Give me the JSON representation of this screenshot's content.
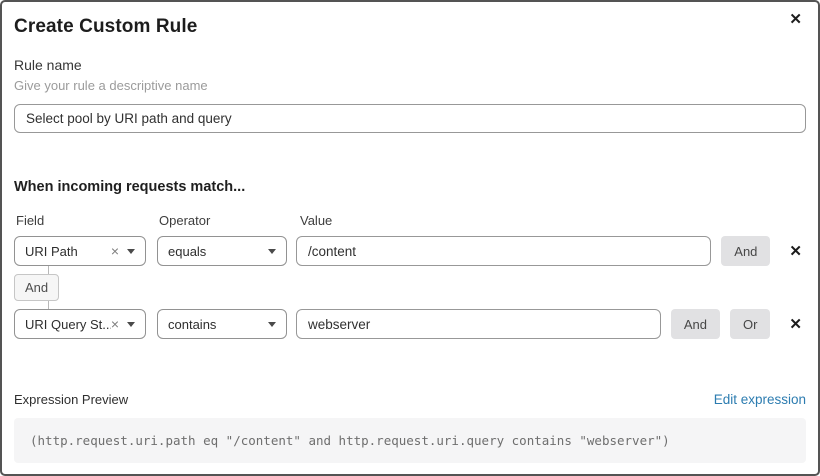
{
  "dialog": {
    "title": "Create Custom Rule",
    "close_icon": "close-x"
  },
  "rule_name": {
    "label": "Rule name",
    "helper": "Give your rule a descriptive name",
    "value": "Select pool by URI path and query"
  },
  "match": {
    "heading": "When incoming requests match...",
    "columns": {
      "field": "Field",
      "operator": "Operator",
      "value": "Value"
    },
    "connector_label": "And",
    "rows": [
      {
        "field": "URI Path",
        "operator": "equals",
        "value": "/content",
        "and_label": "And"
      },
      {
        "field": "URI Query St...",
        "operator": "contains",
        "value": "webserver",
        "and_label": "And",
        "or_label": "Or"
      }
    ]
  },
  "expression": {
    "label": "Expression Preview",
    "edit_link": "Edit expression",
    "code": "(http.request.uri.path eq \"/content\" and http.request.uri.query contains \"webserver\")"
  },
  "colors": {
    "link": "#2c7cb0",
    "button_bg": "#e1e1e3",
    "code_bg": "#f5f5f6",
    "border": "#545454"
  }
}
